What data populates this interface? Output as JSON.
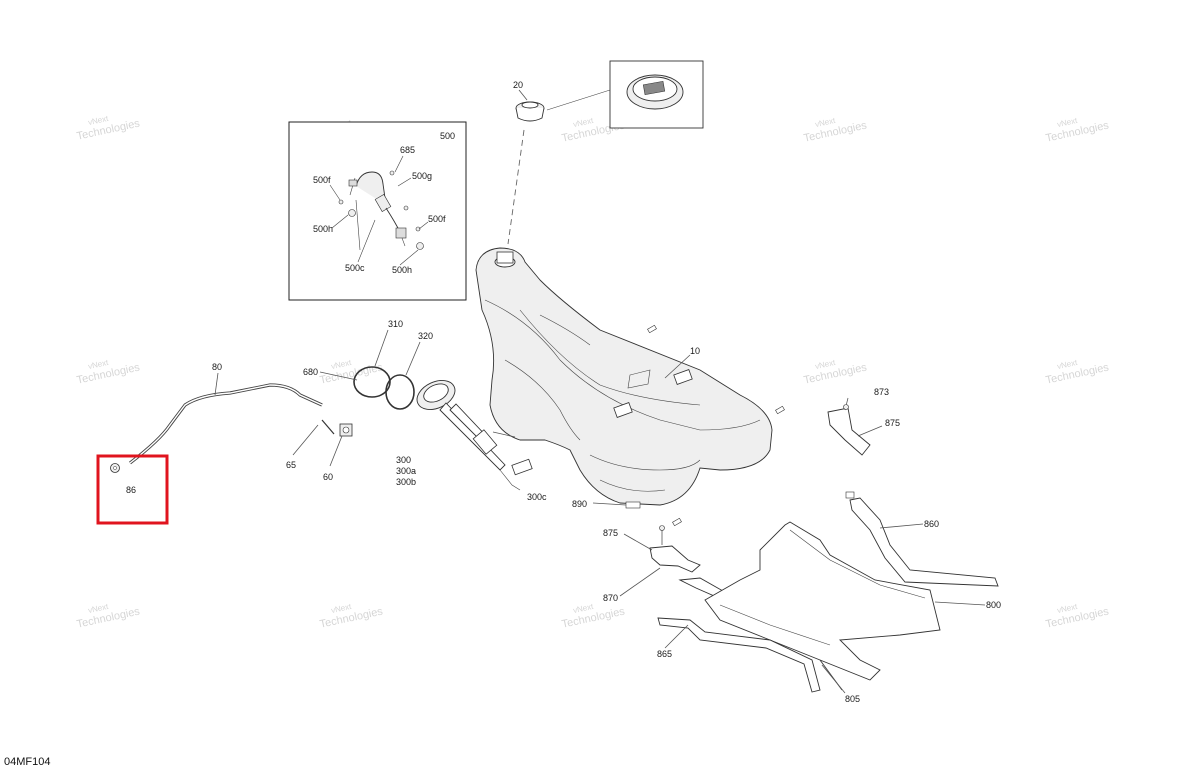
{
  "diagram": {
    "document_code": "04MF104",
    "watermark_line1": "vNext",
    "watermark_line2": "Technologies",
    "highlight_color": "#e0141e",
    "highlighted_part": "86",
    "callouts": {
      "c20": "20",
      "c500": "500",
      "c685": "685",
      "c500f_a": "500f",
      "c500g": "500g",
      "c500f_b": "500f",
      "c500h_a": "500h",
      "c500c": "500c",
      "c500h_b": "500h",
      "c310": "310",
      "c320": "320",
      "c680": "680",
      "c80": "80",
      "c65": "65",
      "c60": "60",
      "c300": "300",
      "c300a": "300a",
      "c300b": "300b",
      "c300c": "300c",
      "c10": "10",
      "c873": "873",
      "c875_a": "875",
      "c890": "890",
      "c860": "860",
      "c875_b": "875",
      "c870": "870",
      "c800": "800",
      "c865": "865",
      "c805": "805",
      "c86": "86"
    }
  }
}
